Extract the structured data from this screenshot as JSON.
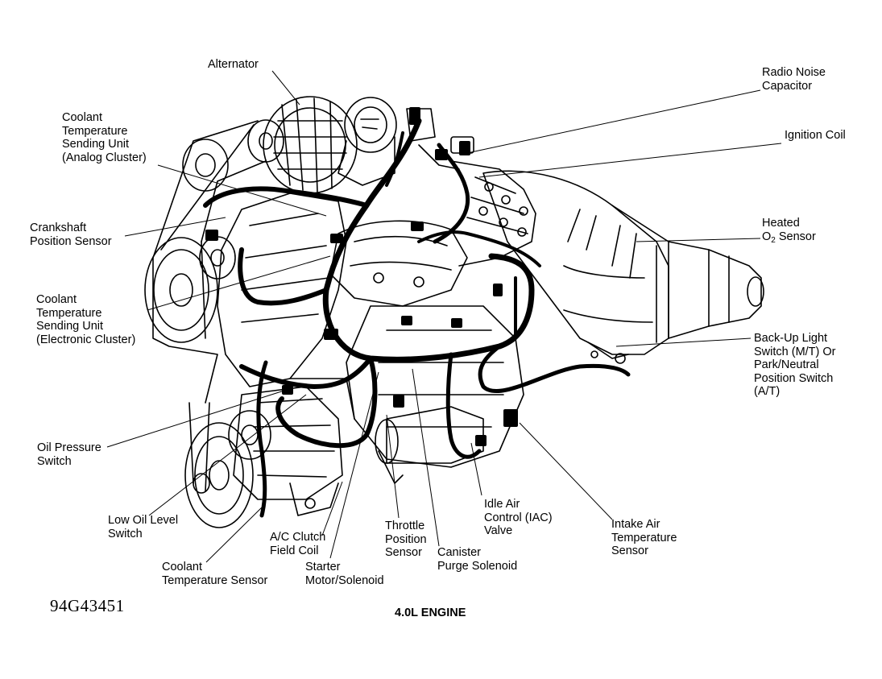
{
  "figure": {
    "id": "94G43451",
    "title": "4.0L ENGINE"
  },
  "labels": {
    "alternator": [
      "Alternator"
    ],
    "coolant_temp_sending_analog": [
      "Coolant",
      "Temperature",
      "Sending Unit",
      "(Analog Cluster)"
    ],
    "crankshaft_position_sensor": [
      "Crankshaft",
      "Position Sensor"
    ],
    "coolant_temp_sending_electronic": [
      "Coolant",
      "Temperature",
      "Sending Unit",
      "(Electronic Cluster)"
    ],
    "oil_pressure_switch": [
      "Oil Pressure",
      "Switch"
    ],
    "low_oil_level_switch": [
      "Low Oil Level",
      "Switch"
    ],
    "coolant_temperature_sensor": [
      "Coolant",
      "Temperature Sensor"
    ],
    "ac_clutch_field_coil": [
      "A/C Clutch",
      "Field Coil"
    ],
    "starter_motor_solenoid": [
      "Starter",
      "Motor/Solenoid"
    ],
    "throttle_position_sensor": [
      "Throttle",
      "Position",
      "Sensor"
    ],
    "canister_purge_solenoid": [
      "Canister",
      "Purge Solenoid"
    ],
    "idle_air_control_valve": [
      "Idle Air",
      "Control (IAC)",
      "Valve"
    ],
    "intake_air_temperature_sensor": [
      "Intake Air",
      "Temperature",
      "Sensor"
    ],
    "backup_light_switch": [
      "Back-Up Light",
      "Switch (M/T) Or",
      "Park/Neutral",
      "Position Switch",
      "(A/T)"
    ],
    "heated_o2_sensor": {
      "line1": "Heated",
      "line2_prefix": "O",
      "line2_sub": "2",
      "line2_suffix": " Sensor"
    },
    "ignition_coil": [
      "Ignition Coil"
    ],
    "radio_noise_capacitor": [
      "Radio Noise",
      "Capacitor"
    ]
  }
}
